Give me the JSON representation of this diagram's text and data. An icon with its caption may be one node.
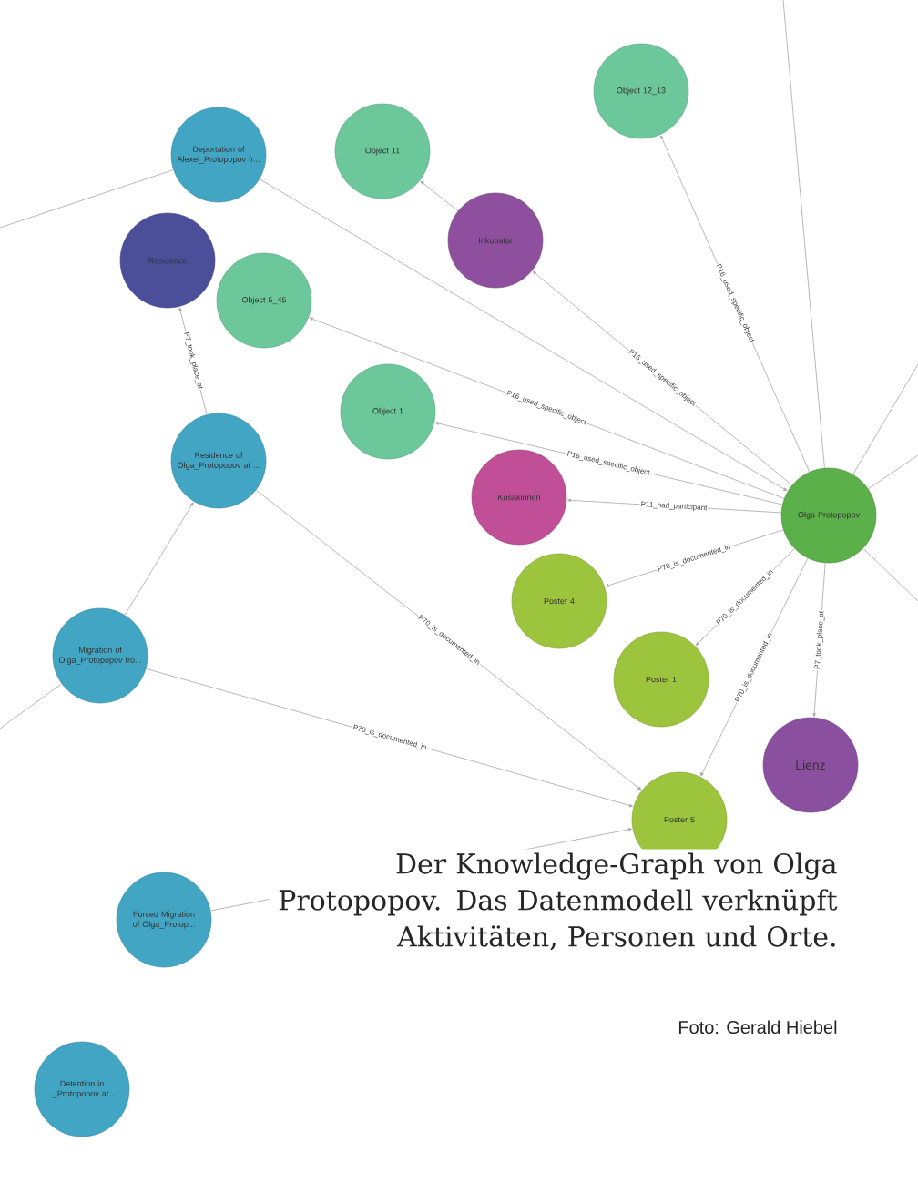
{
  "diagram": {
    "caption": "Der Knowledge-Graph von Olga Protopopov. Das Datenmodell verknüpft Aktivitäten, Personen und Orte.",
    "nodes": [
      {
        "text": [
          "Deportation of Alexei_Protopopov fr..."
        ]
      },
      {
        "text": [
          "Object 11"
        ]
      },
      {
        "text": [
          "Object 12_13"
        ]
      },
      {
        "text": [
          "Residence"
        ]
      },
      {
        "text": [
          "Inkubator"
        ]
      },
      {
        "text": [
          "Object 5_45"
        ]
      },
      {
        "text": [
          "Object 1"
        ]
      },
      {
        "text": [
          "Residence of Olga_Protopopov at ..."
        ]
      },
      {
        "text": [
          "Kosakinnen"
        ]
      },
      {
        "text": [
          "Olga Protopopov"
        ]
      },
      {
        "text": [
          "Poster 4"
        ]
      },
      {
        "text": [
          "Poster 1"
        ]
      },
      {
        "text": [
          "Lienz"
        ]
      },
      {
        "text": [
          "Migration of Olga_Protopopov fro..."
        ]
      },
      {
        "text": [
          "Poster 5"
        ]
      },
      {
        "text": [
          "Forced Migration of Olga_Protop..."
        ]
      },
      {
        "text": [
          "Detention in ..._Protopopov at ..."
        ]
      }
    ],
    "edges": [
      {
        "from": 9,
        "to": 6,
        "arrow": "to",
        "label": "P16_used_specific_object"
      },
      {
        "from": 9,
        "to": 8,
        "arrow": "to",
        "label": "P11_had_participant"
      },
      {
        "from": 9,
        "to": 10,
        "arrow": "to",
        "label": "P70_is_documented_in"
      },
      {
        "from": 9,
        "to": 11,
        "arrow": "to",
        "label": "P70_is_documented_in"
      },
      {
        "from": 9,
        "to": 12,
        "arrow": "to",
        "label": "P7_took_place_at"
      },
      {
        "from": 9,
        "to": 14,
        "arrow": "to",
        "label": "P70_is_documented_in"
      },
      {
        "from": 9,
        "to": 4,
        "arrow": "to",
        "label": "P16_used_specific_object"
      },
      {
        "from": 9,
        "to": 5,
        "arrow": "to",
        "label": "P16_used_specific_object"
      },
      {
        "from": 9,
        "to": 2,
        "arrow": "to",
        "label": "P16_used_specific_object"
      },
      {
        "from": 4,
        "to": 1,
        "arrow": "to"
      },
      {
        "from": 7,
        "to": 14,
        "arrow": "to",
        "label": "P70_is_documented_in"
      },
      {
        "from": 13,
        "to": 14,
        "arrow": "to",
        "label": "P70_is_documented_in"
      },
      {
        "from": 0,
        "to": 9,
        "arrow": "to"
      },
      {
        "from": 7,
        "to": 3,
        "arrow": "to",
        "label": "P7_took_place_at"
      },
      {
        "from": 13,
        "to": 7,
        "arrow": "to"
      },
      {
        "from": 15,
        "to": 14,
        "arrow": "to"
      },
      {
        "from": 9,
        "to": null,
        "arrow": "none"
      },
      {
        "from": 9,
        "to": null,
        "arrow": "none"
      },
      {
        "from": 9,
        "to": null,
        "arrow": "none"
      },
      {
        "from": 9,
        "to": null,
        "arrow": "none"
      },
      {
        "from": 0,
        "to": null,
        "arrow": "none"
      },
      {
        "from": 13,
        "to": null,
        "arrow": "none"
      }
    ],
    "labels": [
      "Foto: Gerald Hiebel"
    ]
  }
}
